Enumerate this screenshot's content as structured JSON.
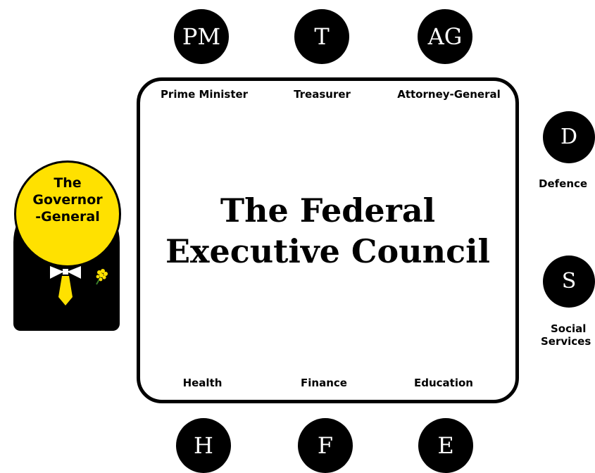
{
  "council": {
    "title_line1": "The Federal",
    "title_line2": "Executive Council"
  },
  "governor_general": {
    "line1": "The",
    "line2": "Governor",
    "line3": "-General"
  },
  "ministers": {
    "pm": {
      "initials": "PM",
      "label": "Prime Minister"
    },
    "t": {
      "initials": "T",
      "label": "Treasurer"
    },
    "ag": {
      "initials": "AG",
      "label": "Attorney-General"
    },
    "d": {
      "initials": "D",
      "label": "Defence"
    },
    "s": {
      "initials": "S",
      "label_line1": "Social",
      "label_line2": "Services"
    },
    "h": {
      "initials": "H",
      "label": "Health"
    },
    "f": {
      "initials": "F",
      "label": "Finance"
    },
    "e": {
      "initials": "E",
      "label": "Education"
    }
  },
  "colors": {
    "accent": "#ffe100",
    "ink": "#000000",
    "paper": "#ffffff"
  },
  "icons": [
    "wattle-flower-icon",
    "bow-tie-icon",
    "necktie-icon"
  ]
}
